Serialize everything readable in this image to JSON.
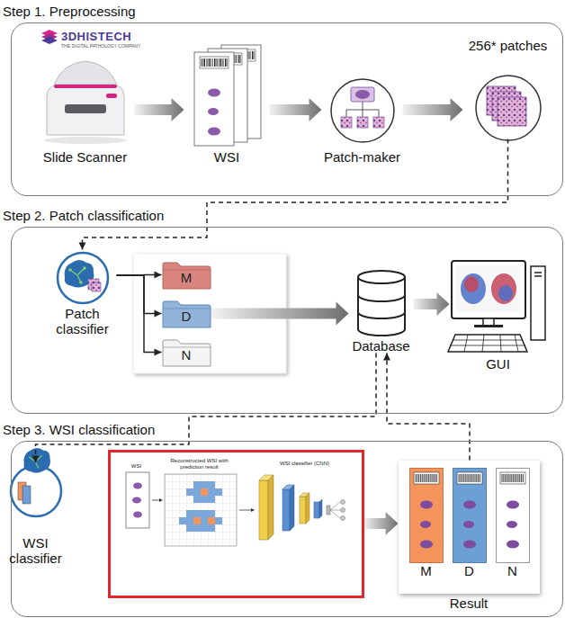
{
  "diagram": {
    "nodes": [
      {
        "text": [
          "Step 1. Preprocessing"
        ]
      },
      {
        "text": [
          "Slide Scanner"
        ],
        "in": 0
      },
      {
        "text": [
          "WSI"
        ],
        "in": 0
      },
      {
        "text": [
          "Patch-maker"
        ],
        "in": 0
      },
      {
        "text": [
          "256* patches"
        ],
        "in": 0
      },
      {
        "text": [
          "Step 2. Patch classification"
        ]
      },
      {
        "text": [
          "Patch classifier"
        ],
        "in": 5
      },
      {
        "text": [
          "M"
        ],
        "in": 5
      },
      {
        "text": [
          "D"
        ],
        "in": 5
      },
      {
        "text": [
          "N"
        ],
        "in": 5
      },
      {
        "text": [
          "Database"
        ],
        "in": 5
      },
      {
        "text": [
          "GUI"
        ],
        "in": 5
      },
      {
        "text": [
          "Step 3. WSI classification"
        ]
      },
      {
        "text": [
          "WSI classifier"
        ],
        "in": 12
      },
      {
        "text": [
          "WSI",
          "Reconstructed WSI with prediction result",
          "WSI classifier (CNN)"
        ],
        "in": 12
      },
      {
        "text": [
          "Result"
        ],
        "in": 12
      },
      {
        "text": [
          "M"
        ],
        "in": 15
      },
      {
        "text": [
          "D"
        ],
        "in": 15
      },
      {
        "text": [
          "N"
        ],
        "in": 15
      }
    ],
    "edges": [
      {
        "from": 1,
        "to": 2,
        "arrow": "to"
      },
      {
        "from": 2,
        "to": 3,
        "arrow": "to"
      },
      {
        "from": 3,
        "to": 4,
        "arrow": "to"
      },
      {
        "from": 4,
        "to": 6,
        "arrow": "to"
      },
      {
        "from": 6,
        "to": 7,
        "arrow": "to"
      },
      {
        "from": 6,
        "to": 8,
        "arrow": "to"
      },
      {
        "from": 6,
        "to": 9,
        "arrow": "to"
      },
      {
        "from": 8,
        "to": 10,
        "arrow": "to"
      },
      {
        "from": 10,
        "to": 11,
        "arrow": "to"
      },
      {
        "from": 10,
        "to": 13,
        "arrow": "to"
      },
      {
        "from": 14,
        "to": 15,
        "arrow": "to"
      },
      {
        "from": 15,
        "to": 10,
        "arrow": "to"
      }
    ],
    "labels": [
      "3DHISTECH",
      "THE DIGITAL PATHOLOGY COMPANY"
    ]
  }
}
